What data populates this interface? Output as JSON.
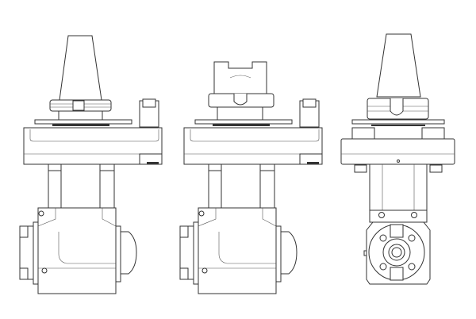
{
  "drawing": {
    "views": [
      "side-view-left",
      "side-view-center",
      "front-view-right"
    ],
    "colors": {
      "line": "#333333",
      "background": "#ffffff"
    }
  }
}
